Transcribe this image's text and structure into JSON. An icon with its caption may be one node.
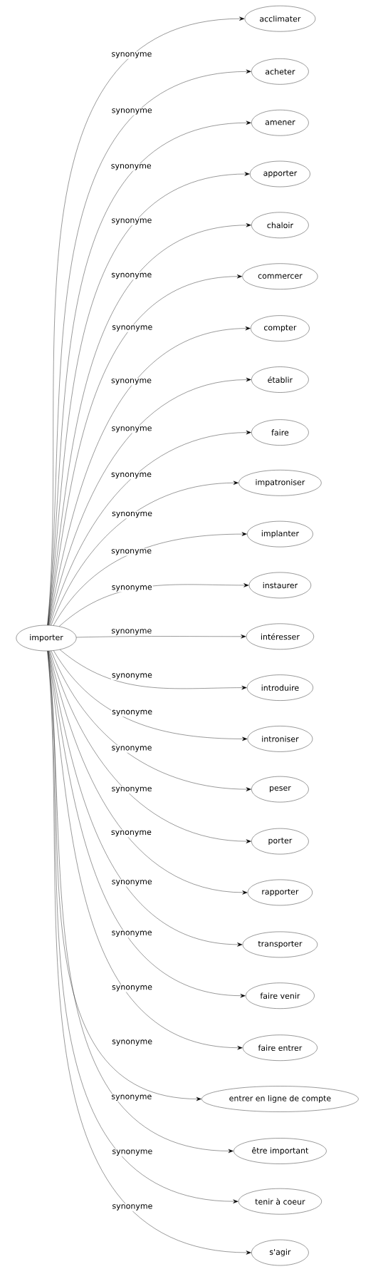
{
  "diagram": {
    "nodes": [
      {
        "text": [
          "importer"
        ]
      },
      {
        "text": [
          "acclimater"
        ]
      },
      {
        "text": [
          "acheter"
        ]
      },
      {
        "text": [
          "amener"
        ]
      },
      {
        "text": [
          "apporter"
        ]
      },
      {
        "text": [
          "chaloir"
        ]
      },
      {
        "text": [
          "commercer"
        ]
      },
      {
        "text": [
          "compter"
        ]
      },
      {
        "text": [
          "établir"
        ]
      },
      {
        "text": [
          "faire"
        ]
      },
      {
        "text": [
          "impatroniser"
        ]
      },
      {
        "text": [
          "implanter"
        ]
      },
      {
        "text": [
          "instaurer"
        ]
      },
      {
        "text": [
          "intéresser"
        ]
      },
      {
        "text": [
          "introduire"
        ]
      },
      {
        "text": [
          "introniser"
        ]
      },
      {
        "text": [
          "peser"
        ]
      },
      {
        "text": [
          "porter"
        ]
      },
      {
        "text": [
          "rapporter"
        ]
      },
      {
        "text": [
          "transporter"
        ]
      },
      {
        "text": [
          "faire venir"
        ]
      },
      {
        "text": [
          "faire entrer"
        ]
      },
      {
        "text": [
          "entrer en ligne de compte"
        ]
      },
      {
        "text": [
          "être important"
        ]
      },
      {
        "text": [
          "tenir à coeur"
        ]
      },
      {
        "text": [
          "s'agir"
        ]
      }
    ],
    "edges": [
      {
        "from": 0,
        "to": 1,
        "arrow": "to",
        "label": "synonyme"
      },
      {
        "from": 0,
        "to": 2,
        "arrow": "to",
        "label": "synonyme"
      },
      {
        "from": 0,
        "to": 3,
        "arrow": "to",
        "label": "synonyme"
      },
      {
        "from": 0,
        "to": 4,
        "arrow": "to",
        "label": "synonyme"
      },
      {
        "from": 0,
        "to": 5,
        "arrow": "to",
        "label": "synonyme"
      },
      {
        "from": 0,
        "to": 6,
        "arrow": "to",
        "label": "synonyme"
      },
      {
        "from": 0,
        "to": 7,
        "arrow": "to",
        "label": "synonyme"
      },
      {
        "from": 0,
        "to": 8,
        "arrow": "to",
        "label": "synonyme"
      },
      {
        "from": 0,
        "to": 9,
        "arrow": "to",
        "label": "synonyme"
      },
      {
        "from": 0,
        "to": 10,
        "arrow": "to",
        "label": "synonyme"
      },
      {
        "from": 0,
        "to": 11,
        "arrow": "to",
        "label": "synonyme"
      },
      {
        "from": 0,
        "to": 12,
        "arrow": "to",
        "label": "synonyme"
      },
      {
        "from": 0,
        "to": 13,
        "arrow": "to",
        "label": "synonyme"
      },
      {
        "from": 0,
        "to": 14,
        "arrow": "to",
        "label": "synonyme"
      },
      {
        "from": 0,
        "to": 15,
        "arrow": "to",
        "label": "synonyme"
      },
      {
        "from": 0,
        "to": 16,
        "arrow": "to",
        "label": "synonyme"
      },
      {
        "from": 0,
        "to": 17,
        "arrow": "to",
        "label": "synonyme"
      },
      {
        "from": 0,
        "to": 18,
        "arrow": "to",
        "label": "synonyme"
      },
      {
        "from": 0,
        "to": 19,
        "arrow": "to",
        "label": "synonyme"
      },
      {
        "from": 0,
        "to": 20,
        "arrow": "to",
        "label": "synonyme"
      },
      {
        "from": 0,
        "to": 21,
        "arrow": "to",
        "label": "synonyme"
      },
      {
        "from": 0,
        "to": 22,
        "arrow": "to",
        "label": "synonyme"
      },
      {
        "from": 0,
        "to": 23,
        "arrow": "to",
        "label": "synonyme"
      },
      {
        "from": 0,
        "to": 24,
        "arrow": "to",
        "label": "synonyme"
      },
      {
        "from": 0,
        "to": 25,
        "arrow": "to",
        "label": "synonyme"
      }
    ]
  }
}
